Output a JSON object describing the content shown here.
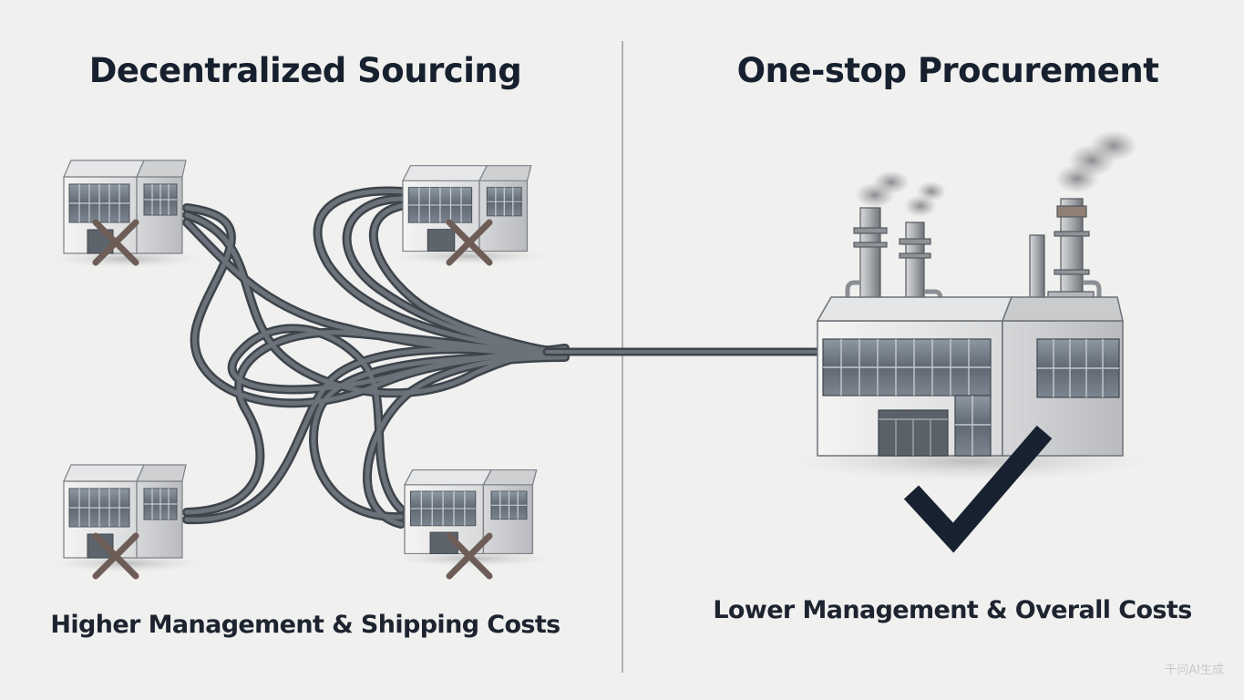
{
  "left_panel": {
    "title": "Decentralized Sourcing",
    "caption": "Higher Management & Shipping Costs"
  },
  "right_panel": {
    "title": "One-stop Procurement",
    "caption": "Lower Management & Overall Costs"
  },
  "watermark": "千问AI生成",
  "colors": {
    "heading": "#17202e",
    "cross_mark": "#6e5d57",
    "check_mark": "#18212f",
    "route_line": "#5b6169",
    "background": "#f0f0ef"
  },
  "icons": {
    "rejected_supplier": "x-mark-icon",
    "approved_supplier": "check-mark-icon"
  }
}
